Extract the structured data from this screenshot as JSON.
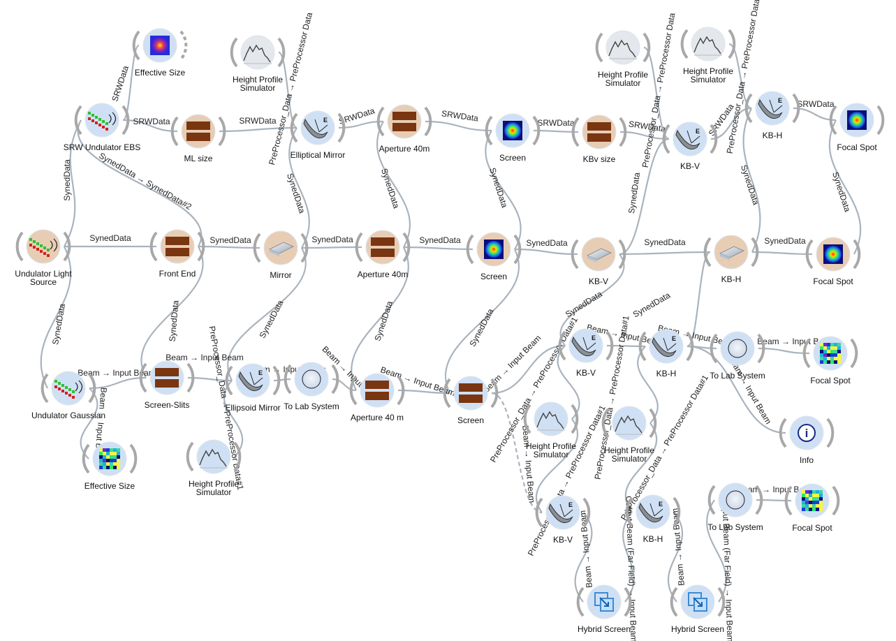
{
  "colors": {
    "source": "#e8cdb5",
    "processor": "#cfe0f4",
    "link": "#a9b3bd",
    "ring": "#a8a8a8"
  },
  "nodes": [
    {
      "id": "effective-size-top",
      "label": "Effective Size",
      "icon": "heatmap-icon",
      "kind": "processor"
    },
    {
      "id": "height-profile-1",
      "label": "Height Profile\nSimulator",
      "icon": "height-profile-icon",
      "kind": "generic"
    },
    {
      "id": "srw-undulator",
      "label": "SRW Undulator EBS",
      "icon": "undulator-icon",
      "kind": "processor"
    },
    {
      "id": "ml-size",
      "label": "ML size",
      "icon": "slit-icon",
      "kind": "source"
    },
    {
      "id": "elliptical-mirror",
      "label": "Elliptical Mirror",
      "icon": "mirror-e-icon",
      "kind": "processor"
    },
    {
      "id": "aperture-40m-top",
      "label": "Aperture 40m",
      "icon": "slit-icon",
      "kind": "source"
    },
    {
      "id": "screen-top",
      "label": "Screen",
      "icon": "beam-spot-icon",
      "kind": "processor"
    },
    {
      "id": "kbv-size",
      "label": "KBv size",
      "icon": "slit-icon",
      "kind": "source"
    },
    {
      "id": "height-profile-2",
      "label": "Height Profile\nSimulator",
      "icon": "height-profile-icon",
      "kind": "generic"
    },
    {
      "id": "height-profile-3",
      "label": "Height Profile\nSimulator",
      "icon": "height-profile-icon",
      "kind": "generic"
    },
    {
      "id": "kb-v-top",
      "label": "KB-V",
      "icon": "mirror-e-icon",
      "kind": "processor"
    },
    {
      "id": "kb-h-top",
      "label": "KB-H",
      "icon": "mirror-e-icon",
      "kind": "processor"
    },
    {
      "id": "focal-spot-top",
      "label": "Focal Spot",
      "icon": "beam-spot-icon",
      "kind": "processor"
    },
    {
      "id": "undulator-light-source",
      "label": "Undulator Light\nSource",
      "icon": "undulator-icon",
      "kind": "source"
    },
    {
      "id": "front-end",
      "label": "Front End",
      "icon": "slit-icon",
      "kind": "source"
    },
    {
      "id": "mirror-mid",
      "label": "Mirror",
      "icon": "mirror-plate-icon",
      "kind": "source"
    },
    {
      "id": "aperture-40m-mid",
      "label": "Aperture 40m",
      "icon": "slit-icon",
      "kind": "source"
    },
    {
      "id": "screen-mid",
      "label": "Screen",
      "icon": "beam-spot-icon",
      "kind": "source"
    },
    {
      "id": "kb-v-mid",
      "label": "KB-V",
      "icon": "mirror-plate-icon",
      "kind": "source"
    },
    {
      "id": "kb-h-mid",
      "label": "KB-H",
      "icon": "mirror-plate-icon",
      "kind": "source"
    },
    {
      "id": "focal-spot-mid",
      "label": "Focal Spot",
      "icon": "beam-spot-icon",
      "kind": "source"
    },
    {
      "id": "undulator-gaussian",
      "label": "Undulator Gaussian",
      "icon": "undulator-icon",
      "kind": "processor"
    },
    {
      "id": "screen-slits",
      "label": "Screen-Slits",
      "icon": "slit-icon",
      "kind": "processor"
    },
    {
      "id": "ellipsoid-mirror",
      "label": "Ellipsoid Mirror",
      "icon": "mirror-e-icon",
      "kind": "processor"
    },
    {
      "id": "to-lab-system-1",
      "label": "To Lab System",
      "icon": "circle-icon",
      "kind": "processor"
    },
    {
      "id": "aperture-40-m",
      "label": "Aperture 40 m",
      "icon": "slit-icon",
      "kind": "processor"
    },
    {
      "id": "screen-low",
      "label": "Screen",
      "icon": "slit-icon",
      "kind": "processor"
    },
    {
      "id": "effective-size-low",
      "label": "Effective Size",
      "icon": "pixel-grid-icon",
      "kind": "processor"
    },
    {
      "id": "height-profile-4",
      "label": "Height Profile\nSimulator",
      "icon": "height-profile-icon",
      "kind": "processor"
    },
    {
      "id": "kb-v-low-a",
      "label": "KB-V",
      "icon": "mirror-e-icon",
      "kind": "processor"
    },
    {
      "id": "kb-h-low-a",
      "label": "KB-H",
      "icon": "mirror-e-icon",
      "kind": "processor"
    },
    {
      "id": "to-lab-system-2",
      "label": "To Lab System",
      "icon": "circle-icon",
      "kind": "processor"
    },
    {
      "id": "focal-spot-low-a",
      "label": "Focal Spot",
      "icon": "pixel-grid-icon",
      "kind": "processor"
    },
    {
      "id": "height-profile-5",
      "label": "Height Profile\nSimulator",
      "icon": "height-profile-icon",
      "kind": "processor"
    },
    {
      "id": "height-profile-6",
      "label": "Height Profile\nSimulator",
      "icon": "height-profile-icon",
      "kind": "processor"
    },
    {
      "id": "info",
      "label": "Info",
      "icon": "info-icon",
      "kind": "processor"
    },
    {
      "id": "kb-v-low-b",
      "label": "KB-V",
      "icon": "mirror-e-icon",
      "kind": "processor"
    },
    {
      "id": "kb-h-low-b",
      "label": "KB-H",
      "icon": "mirror-e-icon",
      "kind": "processor"
    },
    {
      "id": "to-lab-system-3",
      "label": "To Lab System",
      "icon": "circle-icon",
      "kind": "processor"
    },
    {
      "id": "focal-spot-low-b",
      "label": "Focal Spot",
      "icon": "pixel-grid-icon",
      "kind": "processor"
    },
    {
      "id": "hybrid-screen-1",
      "label": "Hybrid Screen",
      "icon": "hybrid-screen-icon",
      "kind": "processor"
    },
    {
      "id": "hybrid-screen-2",
      "label": "Hybrid Screen",
      "icon": "hybrid-screen-icon",
      "kind": "processor"
    }
  ],
  "links": [
    {
      "from": "srw-undulator",
      "to": "effective-size-top",
      "label": "SRWData"
    },
    {
      "from": "srw-undulator",
      "to": "ml-size",
      "label": "SRWData"
    },
    {
      "from": "ml-size",
      "to": "elliptical-mirror",
      "label": "SRWData"
    },
    {
      "from": "height-profile-1",
      "to": "elliptical-mirror",
      "label": "PreProcessor_Data → PreProcessor Data"
    },
    {
      "from": "elliptical-mirror",
      "to": "aperture-40m-top",
      "label": "SRWData"
    },
    {
      "from": "aperture-40m-top",
      "to": "screen-top",
      "label": "SRWData"
    },
    {
      "from": "screen-top",
      "to": "kbv-size",
      "label": "SRWData"
    },
    {
      "from": "kbv-size",
      "to": "kb-v-top",
      "label": "SRWData"
    },
    {
      "from": "height-profile-2",
      "to": "kb-v-top",
      "label": "PreProcessor_Data → PreProcessor Data"
    },
    {
      "from": "kb-v-top",
      "to": "kb-h-top",
      "label": "SRWData"
    },
    {
      "from": "height-profile-3",
      "to": "kb-h-top",
      "label": "PreProcessor_Data → PreProcessor Data"
    },
    {
      "from": "kb-h-top",
      "to": "focal-spot-top",
      "label": "SRWData"
    },
    {
      "from": "undulator-light-source",
      "to": "srw-undulator",
      "label": "SynedData"
    },
    {
      "from": "undulator-light-source",
      "to": "front-end",
      "label": "SynedData"
    },
    {
      "from": "front-end",
      "to": "mirror-mid",
      "label": "SynedData"
    },
    {
      "from": "mirror-mid",
      "to": "aperture-40m-mid",
      "label": "SynedData"
    },
    {
      "from": "aperture-40m-mid",
      "to": "screen-mid",
      "label": "SynedData"
    },
    {
      "from": "screen-mid",
      "to": "kb-v-mid",
      "label": "SynedData"
    },
    {
      "from": "kb-v-mid",
      "to": "kb-h-mid",
      "label": "SynedData"
    },
    {
      "from": "kb-h-mid",
      "to": "focal-spot-mid",
      "label": "SynedData"
    },
    {
      "from": "front-end",
      "to": "srw-undulator",
      "label": "SynedData → SynedData#2"
    },
    {
      "from": "mirror-mid",
      "to": "elliptical-mirror",
      "label": "SynedData"
    },
    {
      "from": "aperture-40m-mid",
      "to": "aperture-40m-top",
      "label": "SynedData"
    },
    {
      "from": "screen-mid",
      "to": "screen-top",
      "label": "SynedData"
    },
    {
      "from": "kb-v-mid",
      "to": "kb-v-top",
      "label": "SynedData"
    },
    {
      "from": "kb-h-mid",
      "to": "kb-h-top",
      "label": "SynedData"
    },
    {
      "from": "focal-spot-mid",
      "to": "focal-spot-top",
      "label": "SynedData"
    },
    {
      "from": "undulator-light-source",
      "to": "undulator-gaussian",
      "label": "SynedData"
    },
    {
      "from": "front-end",
      "to": "screen-slits",
      "label": "SynedData"
    },
    {
      "from": "mirror-mid",
      "to": "ellipsoid-mirror",
      "label": "SynedData"
    },
    {
      "from": "aperture-40m-mid",
      "to": "aperture-40-m",
      "label": "SynedData"
    },
    {
      "from": "screen-mid",
      "to": "screen-low",
      "label": "SynedData"
    },
    {
      "from": "kb-v-mid",
      "to": "kb-v-low-a",
      "label": "SynedData"
    },
    {
      "from": "kb-h-mid",
      "to": "kb-h-low-a",
      "label": "SynedData"
    },
    {
      "from": "undulator-gaussian",
      "to": "screen-slits",
      "label": "Beam → Input Beam"
    },
    {
      "from": "undulator-gaussian",
      "to": "effective-size-low",
      "label": "Beam → Input Beam"
    },
    {
      "from": "screen-slits",
      "to": "ellipsoid-mirror",
      "label": "Beam → Input Beam"
    },
    {
      "from": "height-profile-4",
      "to": "ellipsoid-mirror",
      "label": "PreProcessor_Data → PreProcessor Data#1"
    },
    {
      "from": "ellipsoid-mirror",
      "to": "to-lab-system-1",
      "label": "Beam → Input Beam"
    },
    {
      "from": "to-lab-system-1",
      "to": "aperture-40-m",
      "label": "Beam → Input Beam"
    },
    {
      "from": "aperture-40-m",
      "to": "screen-low",
      "label": "Beam → Input Beam"
    },
    {
      "from": "screen-low",
      "to": "kb-v-low-a",
      "label": "Beam → Input Beam"
    },
    {
      "from": "screen-low",
      "to": "kb-v-low-b",
      "label": "Beam → Input Beam",
      "dashed": true
    },
    {
      "from": "height-profile-5",
      "to": "kb-v-low-a",
      "label": "PreProcessor_Data → PreProcessor Data#1"
    },
    {
      "from": "kb-v-low-a",
      "to": "kb-h-low-a",
      "label": "Beam → Input Beam"
    },
    {
      "from": "height-profile-6",
      "to": "kb-h-low-a",
      "label": "PreProcessor_Data → PreProcessor Data#1"
    },
    {
      "from": "kb-h-low-a",
      "to": "to-lab-system-2",
      "label": "Beam → Input Beam"
    },
    {
      "from": "to-lab-system-2",
      "to": "focal-spot-low-a",
      "label": "Beam → Input Beam"
    },
    {
      "from": "kb-h-low-a",
      "to": "info",
      "label": "Beam → Input Beam"
    },
    {
      "from": "height-profile-5",
      "to": "kb-v-low-b",
      "label": "PreProcessor_Data → PreProcessor Data#1"
    },
    {
      "from": "height-profile-6",
      "to": "kb-h-low-b",
      "label": "PreProcessor_Data → PreProcessor Data#1"
    },
    {
      "from": "kb-v-low-b",
      "to": "hybrid-screen-1",
      "label": "Beam → Input Beam"
    },
    {
      "from": "hybrid-screen-1",
      "to": "kb-h-low-b",
      "label": "Output Beam (Far Field) → Input Beam"
    },
    {
      "from": "kb-h-low-b",
      "to": "hybrid-screen-2",
      "label": "Beam → Input Beam"
    },
    {
      "from": "hybrid-screen-2",
      "to": "to-lab-system-3",
      "label": "Output Beam (Far Field) → Input Beam"
    },
    {
      "from": "to-lab-system-3",
      "to": "focal-spot-low-b",
      "label": "Beam → Input Beam"
    }
  ]
}
